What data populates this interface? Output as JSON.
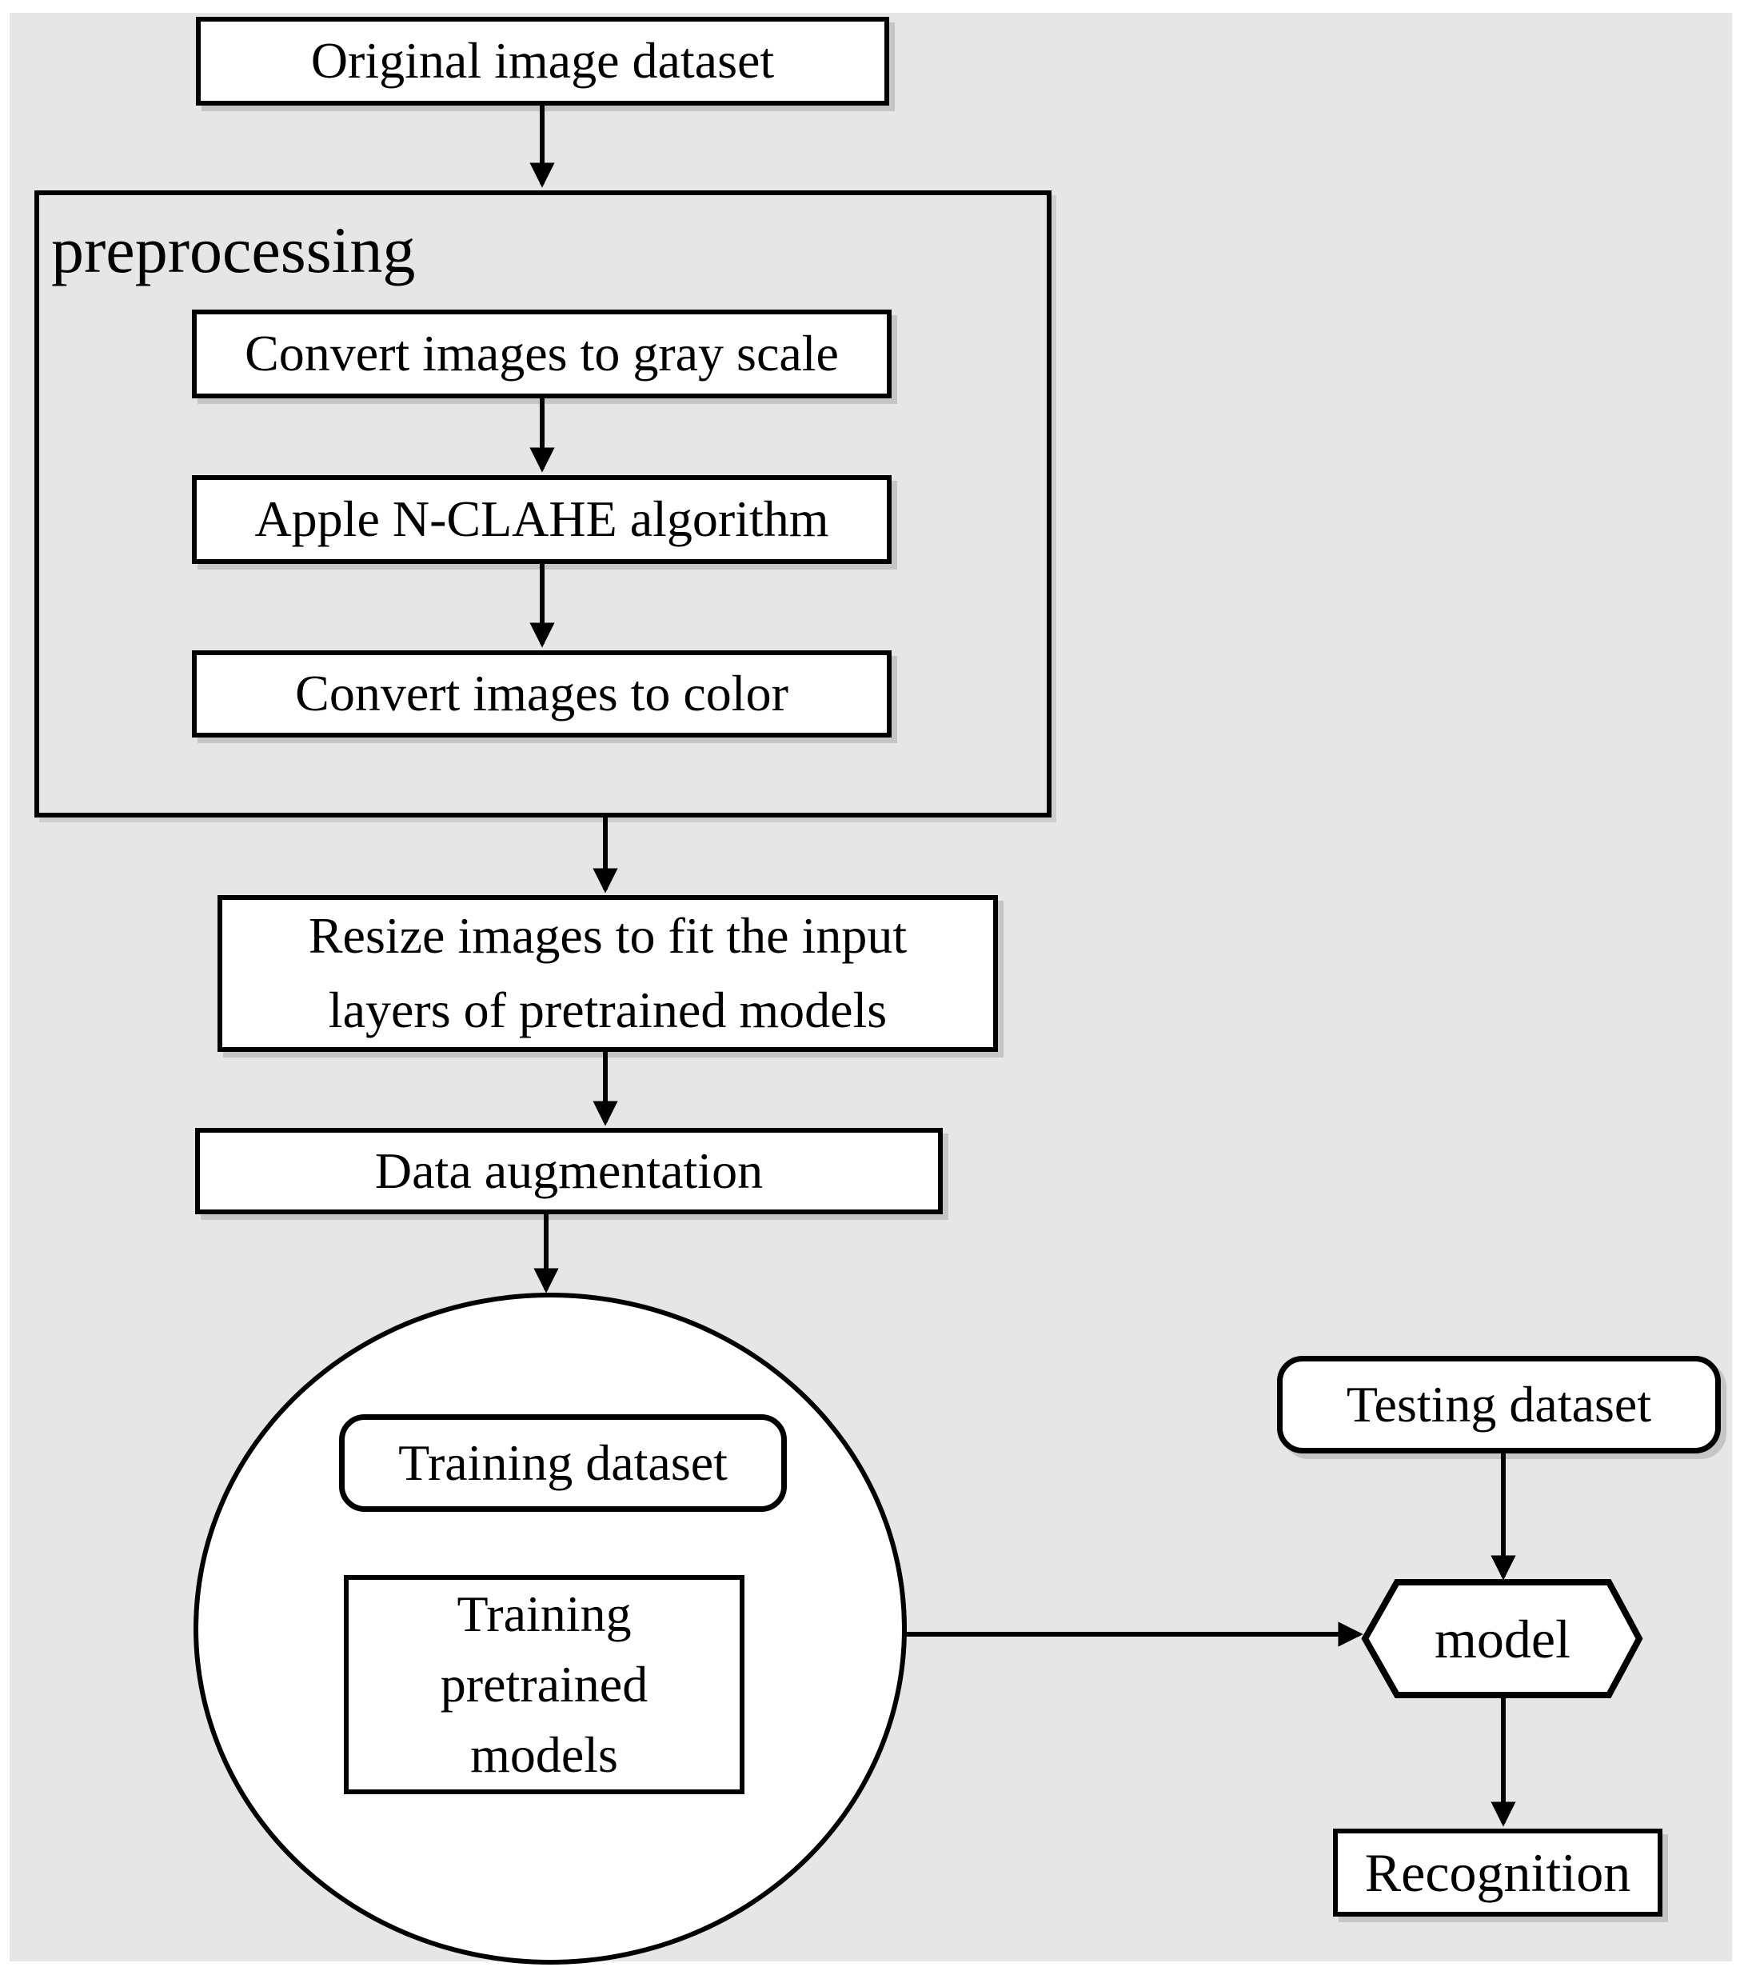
{
  "figure": {
    "type": "flowchart",
    "colors": {
      "background": "#ffffff",
      "panel": "#e6e6e6",
      "node_fill": "#ffffff",
      "stroke": "#000000"
    }
  },
  "nodes": {
    "original_dataset": {
      "label": "Original image dataset",
      "shape": "rect"
    },
    "preprocessing_group": {
      "label": "preprocessing",
      "shape": "group-rect"
    },
    "convert_gray": {
      "label": "Convert images to gray scale",
      "shape": "rect"
    },
    "nclahe": {
      "label": "Apple N-CLAHE algorithm",
      "shape": "rect"
    },
    "convert_color": {
      "label": "Convert images to color",
      "shape": "rect"
    },
    "resize": {
      "label": "Resize images to fit the input layers of pretrained models",
      "lines": [
        "Resize images to fit the input",
        "layers of pretrained models"
      ],
      "shape": "rect"
    },
    "augmentation": {
      "label": "Data augmentation",
      "shape": "rect"
    },
    "training_circle": {
      "label": "",
      "shape": "ellipse"
    },
    "training_dataset": {
      "label": "Training dataset",
      "shape": "rounded-rect"
    },
    "training_pretrained": {
      "label": "Training pretrained models",
      "lines": [
        "Training",
        "pretrained",
        "models"
      ],
      "shape": "rect"
    },
    "testing_dataset": {
      "label": "Testing dataset",
      "shape": "rounded-rect"
    },
    "model": {
      "label": "model",
      "shape": "hexagon"
    },
    "recognition": {
      "label": "Recognition",
      "shape": "rect"
    }
  },
  "edges": [
    {
      "from": "original_dataset",
      "to": "preprocessing_group"
    },
    {
      "from": "convert_gray",
      "to": "nclahe"
    },
    {
      "from": "nclahe",
      "to": "convert_color"
    },
    {
      "from": "preprocessing_group",
      "to": "resize"
    },
    {
      "from": "resize",
      "to": "augmentation"
    },
    {
      "from": "augmentation",
      "to": "training_circle"
    },
    {
      "from": "training_circle",
      "to": "model"
    },
    {
      "from": "testing_dataset",
      "to": "model"
    },
    {
      "from": "model",
      "to": "recognition"
    }
  ]
}
